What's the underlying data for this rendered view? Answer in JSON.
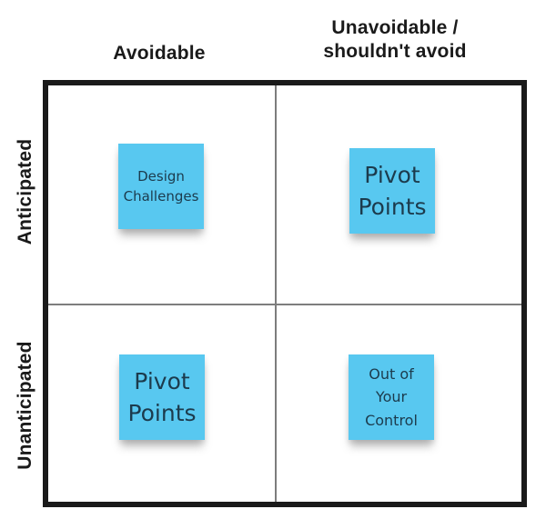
{
  "diagram": {
    "type": "2x2-quadrant-matrix",
    "columns": [
      {
        "label": "Avoidable"
      },
      {
        "label_line1": "Unavoidable /",
        "label_line2": "shouldn't avoid"
      }
    ],
    "rows": [
      {
        "label": "Anticipated"
      },
      {
        "label": "Unanticipated"
      }
    ],
    "notes": {
      "top_left": "Design\nChallenges",
      "top_right": "Pivot\nPoints",
      "bottom_left": "Pivot\nPoints",
      "bottom_right": "Out of\nYour\nControl"
    },
    "colors": {
      "sticky_note_fill": "#58c8f0",
      "sticky_note_text": "#1c3b4d",
      "matrix_border": "#1a1a1a",
      "quadrant_divider": "#7d7d7d",
      "header_text": "#1a1a1a",
      "background": "#ffffff"
    }
  }
}
